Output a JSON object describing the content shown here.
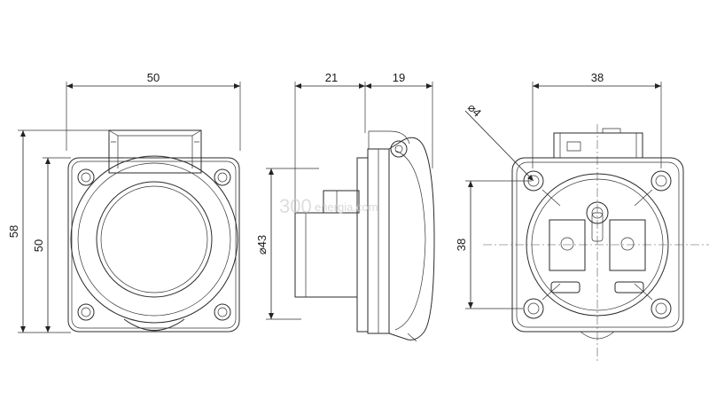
{
  "dimensions": {
    "front_width": "50",
    "front_height_outer": "58",
    "front_height_inner": "50",
    "side_depth_rear": "21",
    "side_depth_front": "19",
    "side_diameter": "⌀43",
    "rear_width": "38",
    "rear_height": "38",
    "hole_diameter": "⌀4"
  },
  "watermark": {
    "number": "300",
    "brand": "energia.com"
  },
  "colors": {
    "line": "#2a2a2a",
    "background": "#ffffff"
  }
}
